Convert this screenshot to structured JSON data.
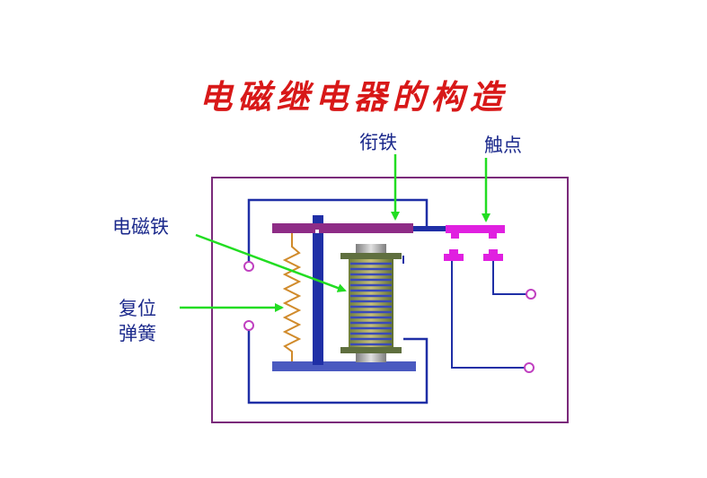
{
  "title": "电磁继电器的构造",
  "labels": {
    "armature": "衔铁",
    "contacts": "触点",
    "electromagnet": "电磁铁",
    "spring_line1": "复位",
    "spring_line2": "弹簧"
  },
  "colors": {
    "title": "#d81818",
    "label": "#1c2a8c",
    "frame": "#7a2a7a",
    "wire": "#1f2fa6",
    "armature": "#8e2c86",
    "contact": "#e020e0",
    "spring": "#d08a2a",
    "pointer": "#22dd22",
    "coil": "#3a4ab8",
    "core_cap": "#5f6f3f",
    "core_pole": "#a0a0a0"
  }
}
